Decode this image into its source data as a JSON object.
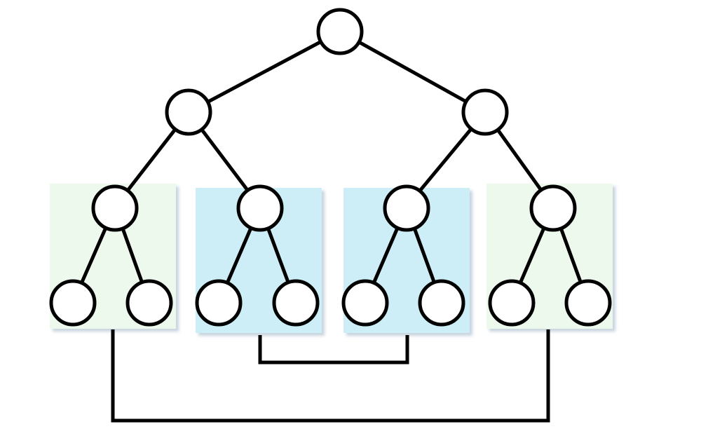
{
  "colors": {
    "outer_panel": "#eef9ee",
    "inner_panel": "#cdeef6",
    "panel_shadow": "#b8c9d6",
    "line": "#000000",
    "node_fill": "#ffffff"
  },
  "tree": {
    "depth": 4,
    "node_count": 15,
    "groups": [
      {
        "id": "group-1",
        "tone": "outer_panel"
      },
      {
        "id": "group-2",
        "tone": "inner_panel"
      },
      {
        "id": "group-3",
        "tone": "inner_panel"
      },
      {
        "id": "group-4",
        "tone": "outer_panel"
      }
    ],
    "connections": [
      {
        "from": "group-2",
        "to": "group-3",
        "type": "inner-bracket"
      },
      {
        "from": "group-1",
        "to": "group-4",
        "type": "outer-bracket"
      }
    ]
  }
}
